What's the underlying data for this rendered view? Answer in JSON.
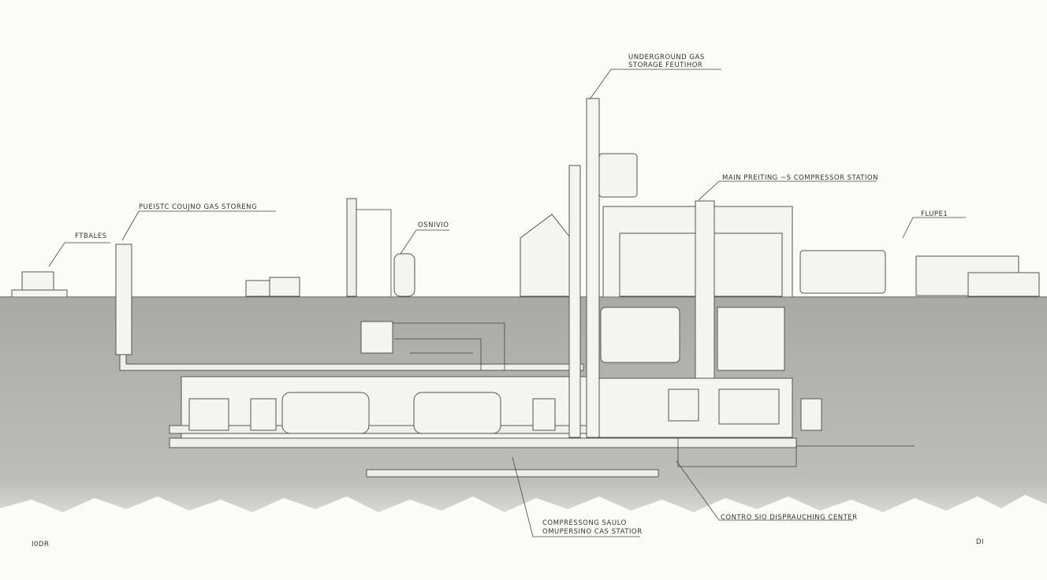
{
  "labels": {
    "storage_facility_1": "UNDERGROUND GAS",
    "storage_facility_2": "STORAGE FEUTIHOR",
    "main_station": "MAIN PREITING ~S COMPRESSOR STATION",
    "column_storage": "PUEISTC COUJNO GAS STORENG",
    "facilities": "FTBALES",
    "osnivio": "OSNIVIO",
    "flupe": "FLUPE1",
    "compressing_1": "COMPRESSONG SAULO",
    "compressing_2": "OMUPERSINO CAS STATIOR",
    "control_center": "CONTRO SIO DISPRAUCHING CENTER",
    "corner_left": "I0DR",
    "corner_right": "DI"
  },
  "colors": {
    "ground": "#b9b9b6",
    "line": "#444444",
    "paper": "#fbfbf8"
  }
}
